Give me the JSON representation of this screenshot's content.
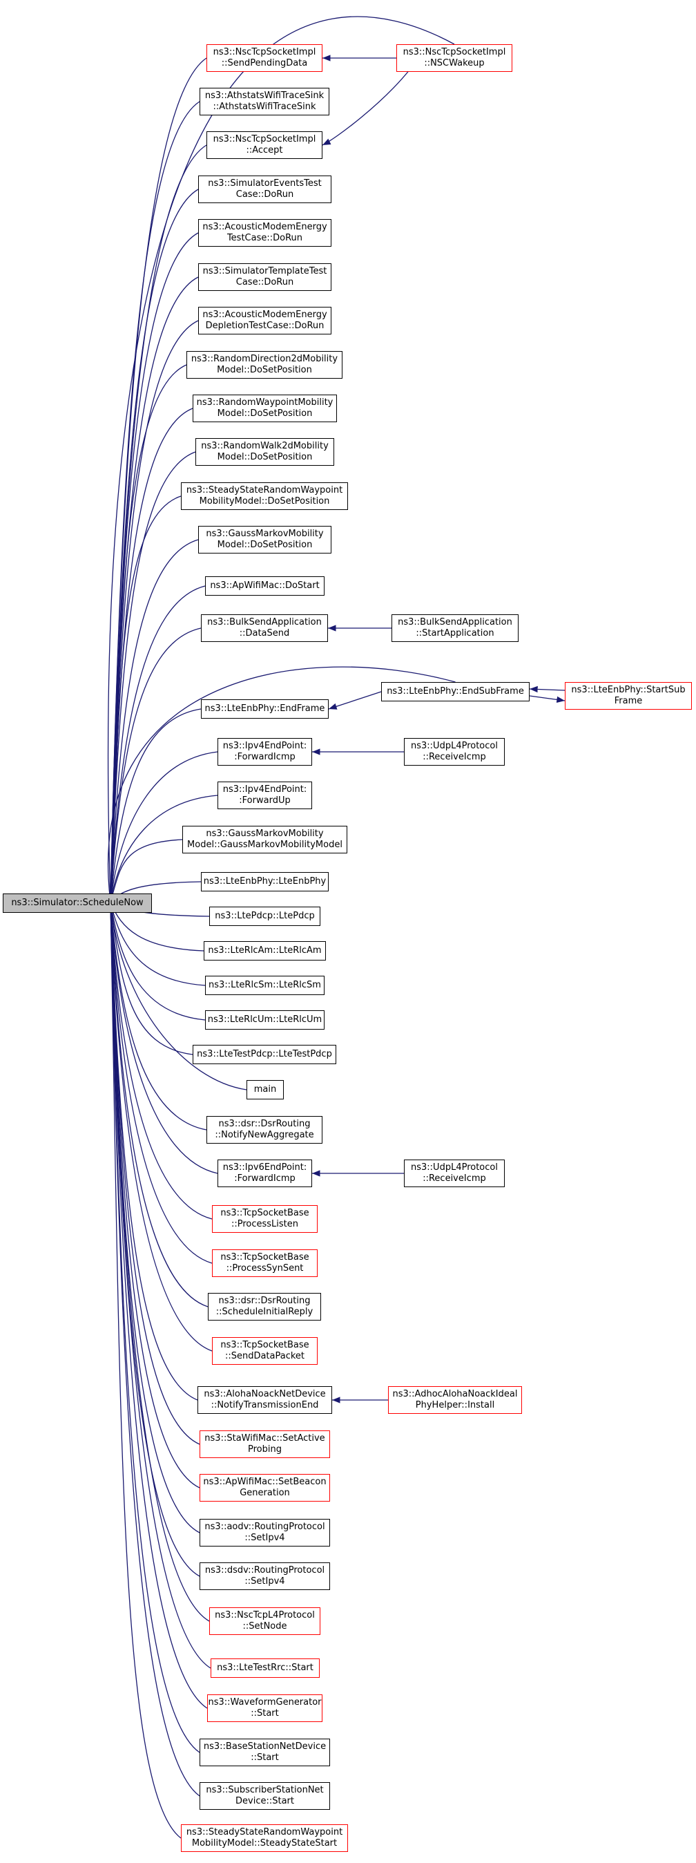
{
  "colors": {
    "edge": "#191970",
    "border": "#000000",
    "incomplete": "#ff0000",
    "root_fill": "#bfbfbf"
  },
  "root": {
    "id": "root",
    "lines": [
      "ns3::Simulator::ScheduleNow"
    ],
    "style": "root"
  },
  "nodes": [
    {
      "id": "n1",
      "lines": [
        "ns3::NscTcpSocketImpl",
        "::SendPendingData"
      ],
      "style": "red"
    },
    {
      "id": "n2",
      "lines": [
        "ns3::AthstatsWifiTraceSink",
        "::AthstatsWifiTraceSink"
      ],
      "style": "black"
    },
    {
      "id": "n3",
      "lines": [
        "ns3::NscTcpSocketImpl",
        "::Accept"
      ],
      "style": "black"
    },
    {
      "id": "n4",
      "lines": [
        "ns3::SimulatorEventsTest",
        "Case::DoRun"
      ],
      "style": "black"
    },
    {
      "id": "n5",
      "lines": [
        "ns3::AcousticModemEnergy",
        "TestCase::DoRun"
      ],
      "style": "black"
    },
    {
      "id": "n6",
      "lines": [
        "ns3::SimulatorTemplateTest",
        "Case::DoRun"
      ],
      "style": "black"
    },
    {
      "id": "n7",
      "lines": [
        "ns3::AcousticModemEnergy",
        "DepletionTestCase::DoRun"
      ],
      "style": "black"
    },
    {
      "id": "n8",
      "lines": [
        "ns3::RandomDirection2dMobility",
        "Model::DoSetPosition"
      ],
      "style": "black"
    },
    {
      "id": "n9",
      "lines": [
        "ns3::RandomWaypointMobility",
        "Model::DoSetPosition"
      ],
      "style": "black"
    },
    {
      "id": "n10",
      "lines": [
        "ns3::RandomWalk2dMobility",
        "Model::DoSetPosition"
      ],
      "style": "black"
    },
    {
      "id": "n11",
      "lines": [
        "ns3::SteadyStateRandomWaypoint",
        "MobilityModel::DoSetPosition"
      ],
      "style": "black"
    },
    {
      "id": "n12",
      "lines": [
        "ns3::GaussMarkovMobility",
        "Model::DoSetPosition"
      ],
      "style": "black"
    },
    {
      "id": "n13",
      "lines": [
        "ns3::ApWifiMac::DoStart"
      ],
      "style": "black"
    },
    {
      "id": "n14",
      "lines": [
        "ns3::BulkSendApplication",
        "::DataSend"
      ],
      "style": "black"
    },
    {
      "id": "n15",
      "lines": [
        "ns3::LteEnbPhy::EndFrame"
      ],
      "style": "black"
    },
    {
      "id": "n16",
      "lines": [
        "ns3::Ipv4EndPoint:",
        ":ForwardIcmp"
      ],
      "style": "black"
    },
    {
      "id": "n17",
      "lines": [
        "ns3::Ipv4EndPoint:",
        ":ForwardUp"
      ],
      "style": "black"
    },
    {
      "id": "n18",
      "lines": [
        "ns3::GaussMarkovMobility",
        "Model::GaussMarkovMobilityModel"
      ],
      "style": "black"
    },
    {
      "id": "n19",
      "lines": [
        "ns3::LteEnbPhy::LteEnbPhy"
      ],
      "style": "black"
    },
    {
      "id": "n20",
      "lines": [
        "ns3::LtePdcp::LtePdcp"
      ],
      "style": "black"
    },
    {
      "id": "n21",
      "lines": [
        "ns3::LteRlcAm::LteRlcAm"
      ],
      "style": "black"
    },
    {
      "id": "n22",
      "lines": [
        "ns3::LteRlcSm::LteRlcSm"
      ],
      "style": "black"
    },
    {
      "id": "n23",
      "lines": [
        "ns3::LteRlcUm::LteRlcUm"
      ],
      "style": "black"
    },
    {
      "id": "n24",
      "lines": [
        "ns3::LteTestPdcp::LteTestPdcp"
      ],
      "style": "black"
    },
    {
      "id": "n25",
      "lines": [
        "main"
      ],
      "style": "black"
    },
    {
      "id": "n26",
      "lines": [
        "ns3::dsr::DsrRouting",
        "::NotifyNewAggregate"
      ],
      "style": "black"
    },
    {
      "id": "n27",
      "lines": [
        "ns3::Ipv6EndPoint:",
        ":ForwardIcmp"
      ],
      "style": "black"
    },
    {
      "id": "n28",
      "lines": [
        "ns3::TcpSocketBase",
        "::ProcessListen"
      ],
      "style": "red"
    },
    {
      "id": "n29",
      "lines": [
        "ns3::TcpSocketBase",
        "::ProcessSynSent"
      ],
      "style": "red"
    },
    {
      "id": "n30",
      "lines": [
        "ns3::dsr::DsrRouting",
        "::ScheduleInitialReply"
      ],
      "style": "black"
    },
    {
      "id": "n31",
      "lines": [
        "ns3::TcpSocketBase",
        "::SendDataPacket"
      ],
      "style": "red"
    },
    {
      "id": "n32",
      "lines": [
        "ns3::AlohaNoackNetDevice",
        "::NotifyTransmissionEnd"
      ],
      "style": "black"
    },
    {
      "id": "n33",
      "lines": [
        "ns3::StaWifiMac::SetActive",
        "Probing"
      ],
      "style": "red"
    },
    {
      "id": "n34",
      "lines": [
        "ns3::ApWifiMac::SetBeacon",
        "Generation"
      ],
      "style": "red"
    },
    {
      "id": "n35",
      "lines": [
        "ns3::aodv::RoutingProtocol",
        "::SetIpv4"
      ],
      "style": "black"
    },
    {
      "id": "n36",
      "lines": [
        "ns3::dsdv::RoutingProtocol",
        "::SetIpv4"
      ],
      "style": "black"
    },
    {
      "id": "n37",
      "lines": [
        "ns3::NscTcpL4Protocol",
        "::SetNode"
      ],
      "style": "red"
    },
    {
      "id": "n38",
      "lines": [
        "ns3::LteTestRrc::Start"
      ],
      "style": "red"
    },
    {
      "id": "n39",
      "lines": [
        "ns3::WaveformGenerator",
        "::Start"
      ],
      "style": "red"
    },
    {
      "id": "n40",
      "lines": [
        "ns3::BaseStationNetDevice",
        "::Start"
      ],
      "style": "black"
    },
    {
      "id": "n41",
      "lines": [
        "ns3::SubscriberStationNet",
        "Device::Start"
      ],
      "style": "black"
    },
    {
      "id": "n42",
      "lines": [
        "ns3::SteadyStateRandomWaypoint",
        "MobilityModel::SteadyStateStart"
      ],
      "style": "red"
    },
    {
      "id": "n43",
      "lines": [
        "ns3::NscTcpSocketImpl",
        "::NSCWakeup"
      ],
      "style": "red"
    },
    {
      "id": "n44",
      "lines": [
        "ns3::BulkSendApplication",
        "::StartApplication"
      ],
      "style": "black"
    },
    {
      "id": "n45",
      "lines": [
        "ns3::LteEnbPhy::EndSubFrame"
      ],
      "style": "black"
    },
    {
      "id": "n46",
      "lines": [
        "ns3::LteEnbPhy::StartSub",
        "Frame"
      ],
      "style": "red"
    },
    {
      "id": "n47",
      "lines": [
        "ns3::UdpL4Protocol",
        "::ReceiveIcmp"
      ],
      "style": "black"
    },
    {
      "id": "n48",
      "lines": [
        "ns3::UdpL4Protocol",
        "::ReceiveIcmp"
      ],
      "style": "black"
    },
    {
      "id": "n49",
      "lines": [
        "ns3::AdhocAlohaNoackIdeal",
        "PhyHelper::Install"
      ],
      "style": "red"
    }
  ],
  "edges": [
    [
      "n1",
      "root"
    ],
    [
      "n2",
      "root"
    ],
    [
      "n3",
      "root"
    ],
    [
      "n4",
      "root"
    ],
    [
      "n5",
      "root"
    ],
    [
      "n6",
      "root"
    ],
    [
      "n7",
      "root"
    ],
    [
      "n8",
      "root"
    ],
    [
      "n9",
      "root"
    ],
    [
      "n10",
      "root"
    ],
    [
      "n11",
      "root"
    ],
    [
      "n12",
      "root"
    ],
    [
      "n13",
      "root"
    ],
    [
      "n14",
      "root"
    ],
    [
      "n15",
      "root"
    ],
    [
      "n16",
      "root"
    ],
    [
      "n17",
      "root"
    ],
    [
      "n18",
      "root"
    ],
    [
      "n19",
      "root"
    ],
    [
      "n20",
      "root"
    ],
    [
      "n21",
      "root"
    ],
    [
      "n22",
      "root"
    ],
    [
      "n23",
      "root"
    ],
    [
      "n24",
      "root"
    ],
    [
      "n25",
      "root"
    ],
    [
      "n26",
      "root"
    ],
    [
      "n27",
      "root"
    ],
    [
      "n28",
      "root"
    ],
    [
      "n29",
      "root"
    ],
    [
      "n30",
      "root"
    ],
    [
      "n31",
      "root"
    ],
    [
      "n32",
      "root"
    ],
    [
      "n33",
      "root"
    ],
    [
      "n34",
      "root"
    ],
    [
      "n35",
      "root"
    ],
    [
      "n36",
      "root"
    ],
    [
      "n37",
      "root"
    ],
    [
      "n38",
      "root"
    ],
    [
      "n39",
      "root"
    ],
    [
      "n40",
      "root"
    ],
    [
      "n41",
      "root"
    ],
    [
      "n42",
      "root"
    ],
    [
      "n43",
      "root"
    ],
    [
      "n45",
      "root"
    ],
    [
      "n43",
      "n1"
    ],
    [
      "n43",
      "n3"
    ],
    [
      "n44",
      "n14"
    ],
    [
      "n45",
      "n15"
    ],
    [
      "n46",
      "n45"
    ],
    [
      "n45",
      "n46"
    ],
    [
      "n47",
      "n16"
    ],
    [
      "n48",
      "n27"
    ],
    [
      "n49",
      "n32"
    ]
  ]
}
